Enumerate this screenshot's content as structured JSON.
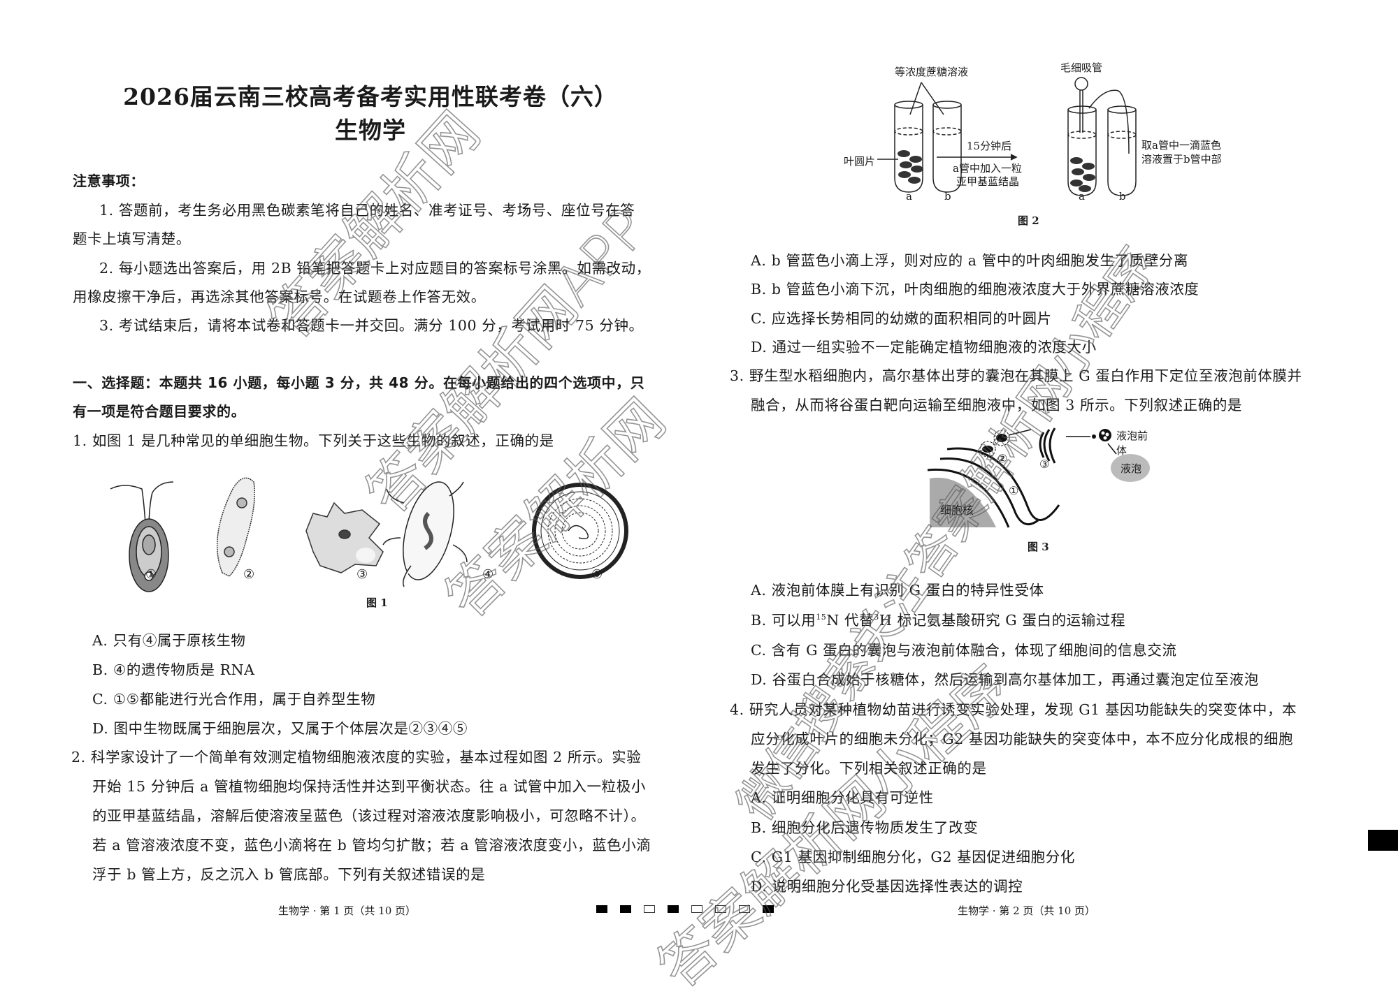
{
  "header": {
    "title": "2026届云南三校高考备考实用性联考卷（六）",
    "subject": "生物学"
  },
  "notice": {
    "heading": "注意事项：",
    "lines": [
      "1. 答题前，考生务必用黑色碳素笔将自己的姓名、准考证号、考场号、座位号在答",
      "题卡上填写清楚。",
      "2. 每小题选出答案后，用 2B 铅笔把答题卡上对应题目的答案标号涂黑。如需改动，",
      "用橡皮擦干净后，再选涂其他答案标号。在试题卷上作答无效。",
      "3. 考试结束后，请将本试卷和答题卡一并交回。满分 100 分，考试用时 75 分钟。"
    ]
  },
  "section": {
    "lines": [
      "一、选择题：本题共 16 小题，每小题 3 分，共 48 分。在每小题给出的四个选项中，只",
      "有一项是符合题目要求的。"
    ]
  },
  "q1": {
    "stem": "1. 如图 1 是几种常见的单细胞生物。下列关于这些生物的叙述，正确的是",
    "figure_labels": [
      "①",
      "②",
      "③",
      "④",
      "⑤"
    ],
    "figure_caption": "图 1",
    "options": [
      "A. 只有④属于原核生物",
      "B. ④的遗传物质是 RNA",
      "C. ①⑤都能进行光合作用，属于自养型生物",
      "D. 图中生物既属于细胞层次，又属于个体层次是②③④⑤"
    ]
  },
  "q2": {
    "stem": [
      "2. 科学家设计了一个简单有效测定植物细胞液浓度的实验，基本过程如图 2 所示。实验",
      "开始 15 分钟后 a 管植物细胞均保持活性并达到平衡状态。往 a 试管中加入一粒极小",
      "的亚甲基蓝结晶，溶解后使溶液呈蓝色（该过程对溶液浓度影响极小，可忽略不计）。",
      "若 a 管溶液浓度不变，蓝色小滴将在 b 管均匀扩散；若 a 管溶液浓度变小，蓝色小滴",
      "浮于 b 管上方，反之沉入 b 管底部。下列有关叙述错误的是"
    ],
    "figure": {
      "label_solution": "等浓度蔗糖溶液",
      "label_leaf": "叶圆片",
      "label_time": "15分钟后",
      "label_add_1": "a管中加入一粒",
      "label_add_2": "亚甲基蓝结晶",
      "label_pipette": "毛细吸管",
      "label_take_1": "取a管中一滴蓝色",
      "label_take_2": "溶液置于b管中部",
      "tube_a": "a",
      "tube_b": "b",
      "caption": "图 2"
    },
    "options": [
      "A. b 管蓝色小滴上浮，则对应的 a 管中的叶肉细胞发生了质壁分离",
      "B. b 管蓝色小滴下沉，叶肉细胞的细胞液浓度大于外界蔗糖溶液浓度",
      "C. 应选择长势相同的幼嫩的面积相同的叶圆片",
      "D. 通过一组实验不一定能确定植物细胞液的浓度大小"
    ]
  },
  "q3": {
    "stem": [
      "3. 野生型水稻细胞内，高尔基体出芽的囊泡在其膜上 G 蛋白作用下定位至液泡前体膜并",
      "融合，从而将谷蛋白靶向运输至细胞液中，如图 3 所示。下列叙述正确的是"
    ],
    "figure": {
      "nucleus": "细胞核",
      "vacuole_precursor": "液泡前体",
      "vacuole": "液泡",
      "n1": "①",
      "n2": "②",
      "n3": "③",
      "caption": "图 3"
    },
    "options": {
      "A": "A. 液泡前体膜上有识别 G 蛋白的特异性受体",
      "B_pre": "B. 可以用",
      "B_sup1": "15",
      "B_mid": "N 代替",
      "B_sup2": "3",
      "B_post": "H 标记氨基酸研究 G 蛋白的运输过程",
      "C": "C. 含有 G 蛋白的囊泡与液泡前体融合，体现了细胞间的信息交流",
      "D": "D. 谷蛋白合成始于核糖体，然后运输到高尔基体加工，再通过囊泡定位至液泡"
    }
  },
  "q4": {
    "stem": [
      "4. 研究人员对某种植物幼苗进行诱变实验处理，发现 G1 基因功能缺失的突变体中，本",
      "应分化成叶片的细胞未分化；G2 基因功能缺失的突变体中，本不应分化成根的细胞",
      "发生了分化。下列相关叙述正确的是"
    ],
    "options": [
      "A. 证明细胞分化具有可逆性",
      "B. 细胞分化后遗传物质发生了改变",
      "C. G1 基因抑制细胞分化，G2 基因促进细胞分化",
      "D. 说明细胞分化受基因选择性表达的调控"
    ]
  },
  "footer": {
    "left": "生物学 · 第 1 页（共 10 页）",
    "right": "生物学 · 第 2 页（共 10 页）",
    "marks": [
      "filled",
      "filled",
      "empty",
      "filled",
      "empty",
      "empty",
      "empty",
      "filled"
    ]
  },
  "watermarks": [
    "答案解析网",
    "答案解析网APP",
    "答案解析网",
    "答案解析网",
    "微信搜索关注答案解析网小程序",
    "答案解析网小程序"
  ]
}
